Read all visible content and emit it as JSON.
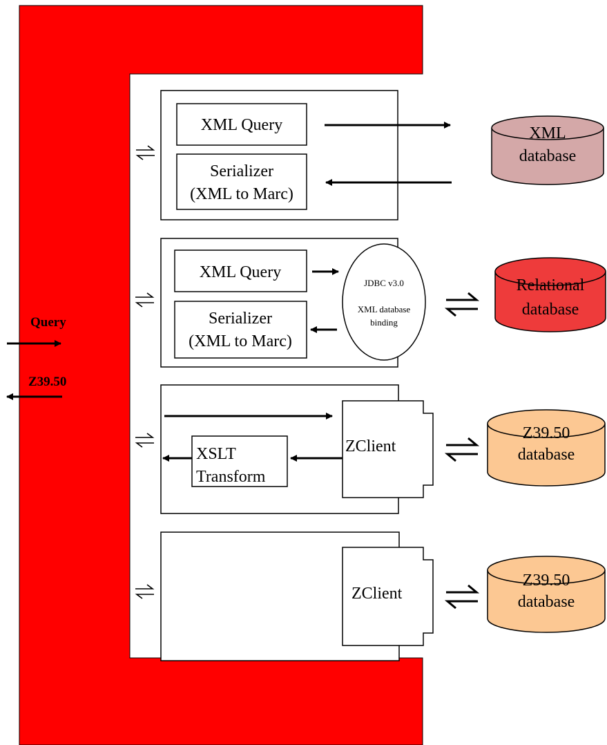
{
  "external": {
    "query_label": "Query",
    "z3950_label": "Z39.50"
  },
  "colors": {
    "gateway_red": "#ff0000",
    "xml_db": "#d4a8a8",
    "relational_db": "#ee3b3b",
    "z3950_db": "#fcc893",
    "stroke": "#000000",
    "background": "#ffffff"
  },
  "modules": {
    "xml_module": {
      "query_label": "XML Query",
      "serializer_line1": "Serializer",
      "serializer_line2": "(XML to Marc)",
      "db_line1": "XML",
      "db_line2": "database"
    },
    "relational_module": {
      "query_label": "XML Query",
      "serializer_line1": "Serializer",
      "serializer_line2": "(XML to Marc)",
      "jdbc_line1": "JDBC v3.0",
      "jdbc_line2": "XML database",
      "jdbc_line3": "binding",
      "db_line1": "Relational",
      "db_line2": "database"
    },
    "z3950_module_1": {
      "xslt_line1": "XSLT",
      "xslt_line2": "Transform",
      "zclient_label": "ZClient",
      "db_line1": "Z39.50",
      "db_line2": "database"
    },
    "z3950_module_2": {
      "zclient_label": "ZClient",
      "db_line1": "Z39.50",
      "db_line2": "database"
    }
  }
}
